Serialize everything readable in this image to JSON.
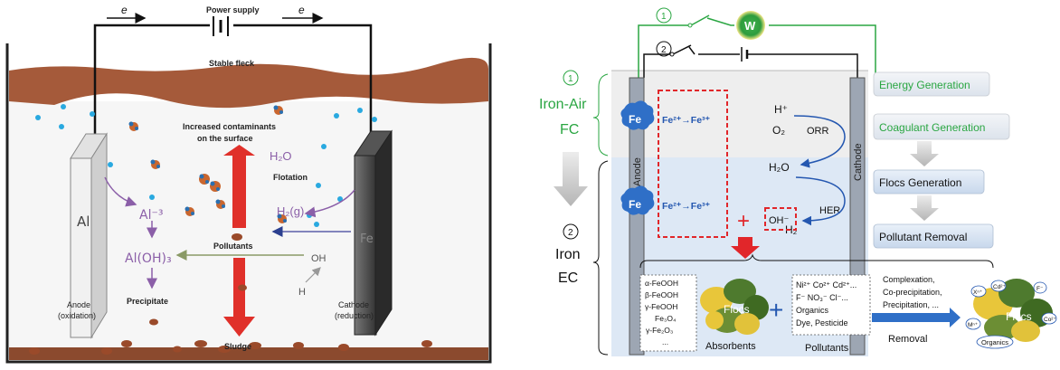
{
  "left": {
    "electron_left": "e",
    "electron_right": "e",
    "power_supply": "Power supply",
    "stable_fleck": "Stable fleck",
    "increased_line1": "Increased contaminants",
    "increased_line2": "on the surface",
    "water": "H₂O",
    "flotation": "Flotation",
    "h2g": "H₂(g)",
    "anode_metal": "Al",
    "cathode_metal": "Fe",
    "al3": "Al⁻³",
    "aloh3": "Al(OH)₃",
    "pollutants": "Pollutants",
    "oh": "OH",
    "h": "H",
    "precipitate": "Precipitate",
    "anode_label": "Anode",
    "anode_sub": "(oxidation)",
    "cathode_label": "Cathode",
    "cathode_sub": "(reduction)",
    "sludge": "Sludge"
  },
  "right": {
    "circle1": "1",
    "circle2": "2",
    "meter": "W",
    "iron_air": "Iron-Air",
    "fc": "FC",
    "iron": "Iron",
    "ec": "EC",
    "anode_label": "Anode",
    "cathode_label": "Cathode",
    "fe": "Fe",
    "fe_couple": "Fe²⁺→Fe³⁺",
    "h_plus": "H⁺",
    "o2": "O₂",
    "orr": "ORR",
    "h2o": "H₂O",
    "her": "HER",
    "oh_minus": "OH⁻",
    "h2": "H₂",
    "plus": "+",
    "energy_generation": "Energy Generation",
    "coagulant_generation": "Coagulant Generation",
    "flocs_generation": "Flocs Generation",
    "pollutant_removal": "Pollutant Removal",
    "absorbents_list": [
      "α-FeOOH",
      "β-FeOOH",
      "γ-FeOOH",
      "Fe₃O₄",
      "γ-Fe₂O₃",
      "..."
    ],
    "flocs": "Flocs",
    "absorbents": "Absorbents",
    "pollutants_list": [
      "Ni²⁺ Co²⁺ Cd²⁺...",
      "F⁻ NO₃⁻ Cl⁻...",
      "Organics",
      "Dye, Pesticide"
    ],
    "pollutants": "Pollutants",
    "process_list": [
      "Complexation,",
      "Co-precipitation,",
      "Precipitation, ..."
    ],
    "removal": "Removal",
    "cluster_flocs": "Flocs",
    "cluster_x": "Xⁿ⁺",
    "cluster_cd": "Cd²⁺",
    "cluster_f": "F⁻",
    "cluster_m": "Mⁿ⁺",
    "cluster_co": "Co²⁺",
    "cluster_organics": "Organics"
  },
  "colors": {
    "green": "#2aa642",
    "red_dash": "#e1262a",
    "blue_text": "#2457b0",
    "purple": "#8b5fa8",
    "sediment": "#a55a3a"
  }
}
